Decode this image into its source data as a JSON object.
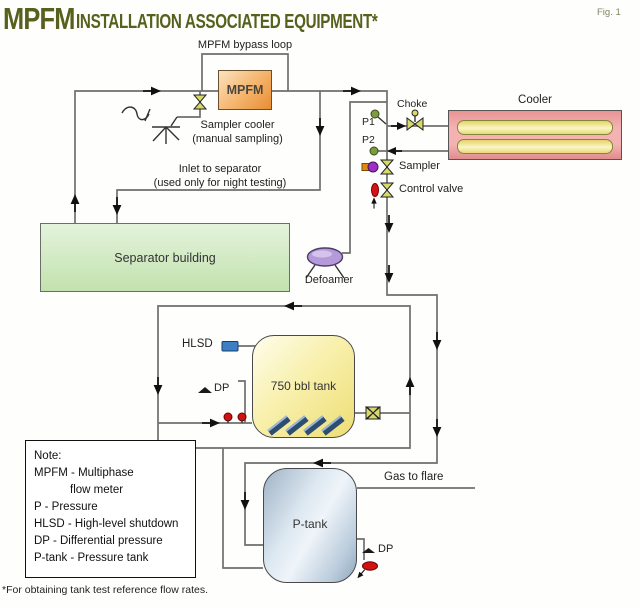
{
  "header": {
    "title_main": "MPFM",
    "title_rest": "INSTALLATION ASSOCIATED EQUIPMENT*",
    "fig_label": "Fig. 1"
  },
  "labels": {
    "bypass_loop": "MPFM bypass loop",
    "mpfm_box": "MPFM",
    "sampler_cooler_line1": "Sampler cooler",
    "sampler_cooler_line2": "(manual sampling)",
    "inlet_line1": "Inlet to separator",
    "inlet_line2": "(used only for night testing)",
    "choke": "Choke",
    "p1": "P1",
    "p2": "P2",
    "cooler": "Cooler",
    "sampler": "Sampler",
    "control_valve": "Control valve",
    "separator_building": "Separator building",
    "defoamer": "Defoamer",
    "hlsd": "HLSD",
    "dp_750": "DP",
    "tank_750": "750 bbl tank",
    "gas_to_flare": "Gas to flare",
    "p_tank": "P-tank",
    "dp_ptank": "DP"
  },
  "note": {
    "line0": "Note:",
    "line1": "MPFM - Multiphase",
    "line2": "flow meter",
    "line3": "P - Pressure",
    "line4": "HLSD - High-level shutdown",
    "line5": "DP - Differential pressure",
    "line6": "P-tank - Pressure tank"
  },
  "footnote": "*For obtaining tank test reference flow rates.",
  "colors": {
    "title_olive": "#57601d",
    "pipe_gray": "#6f6f6f",
    "mpfm_orange": "#f0a050",
    "cooler_pink": "#efa3a3",
    "coil_yellow": "#f6f0a6",
    "separator_green": "#cfeabf",
    "tank_yellow": "#f3e88e",
    "ptank_blue": "#c3d3e2",
    "defoamer_purple": "#b49ad8",
    "hlsd_blue": "#3d7fc2",
    "valve_yellow": "#d8d96b",
    "sensor_green": "#7d9c40",
    "sampler_purple": "#9c2fc4",
    "alarm_red": "#cf1212"
  }
}
